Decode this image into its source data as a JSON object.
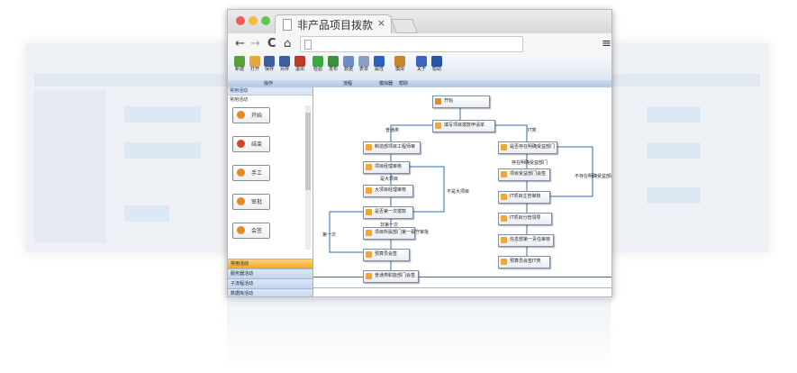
{
  "colors": {
    "window_bg": "#f2f2f2",
    "ribbon": "#dde6f2",
    "accent_orange": "#f5a623",
    "edge_blue": "#2c6fb6"
  },
  "tab": {
    "title": "非产品项目拨款",
    "close": "×"
  },
  "nav": {
    "back": "←",
    "forward": "→",
    "reload": "C",
    "home": "⌂",
    "menu": "≡"
  },
  "toolbar": {
    "buttons": [
      {
        "label": "新建",
        "icon": "new-icon",
        "color": "#5b9e3c"
      },
      {
        "label": "打开",
        "icon": "open-icon",
        "color": "#e5a83a"
      },
      {
        "label": "保存",
        "icon": "save-icon",
        "color": "#3b5f9e"
      },
      {
        "label": "另存",
        "icon": "save-as-icon",
        "color": "#3b5f9e"
      },
      {
        "label": "退出",
        "icon": "exit-icon",
        "color": "#c0392b"
      },
      {
        "label": "检验",
        "icon": "check-icon",
        "color": "#3da83c"
      },
      {
        "label": "发布",
        "icon": "publish-icon",
        "color": "#3d8f3d"
      },
      {
        "label": "数据",
        "icon": "data-icon",
        "color": "#6b8fc4"
      },
      {
        "label": "表单",
        "icon": "form-icon",
        "color": "#8aa1c4"
      },
      {
        "label": "属性",
        "icon": "info-icon",
        "color": "#2a62b8"
      },
      {
        "label": "模拟",
        "icon": "simulate-icon",
        "color": "#c9852e"
      },
      {
        "label": "关于",
        "icon": "about-icon",
        "color": "#3a64c0"
      },
      {
        "label": "帮助",
        "icon": "help-icon",
        "color": "#2456a6"
      }
    ],
    "groups": [
      "操作",
      "流程",
      "模拟器",
      "帮助"
    ]
  },
  "palette": {
    "header": "常用活动",
    "subheader": "常用活动",
    "items": [
      {
        "label": "开始",
        "icon": "start-icon",
        "color": "#e58b1a"
      },
      {
        "label": "结束",
        "icon": "end-icon",
        "color": "#d9431e"
      },
      {
        "label": "手工",
        "icon": "manual-icon",
        "color": "#e58b1a"
      },
      {
        "label": "审批",
        "icon": "approve-icon",
        "color": "#e58b1a"
      },
      {
        "label": "会签",
        "icon": "countersign-icon",
        "color": "#e58b1a"
      }
    ],
    "accordion": [
      "常用活动",
      "服务器活动",
      "子流程活动",
      "数据库活动"
    ]
  },
  "flow": {
    "nodes": [
      {
        "id": "start",
        "label": "开始"
      },
      {
        "id": "fill",
        "label": "填写项目拨款申请单"
      },
      {
        "id": "n1",
        "label": "制造部项目工程师审"
      },
      {
        "id": "n2",
        "label": "项目经理审核"
      },
      {
        "id": "n3",
        "label": "大项目经理审核"
      },
      {
        "id": "n4",
        "label": "是否第一次拨款"
      },
      {
        "id": "n5",
        "label": "项目所属部门第一看守审批"
      },
      {
        "id": "n6",
        "label": "预算员会签"
      },
      {
        "id": "n7",
        "label": "普通类职能部门会签"
      },
      {
        "id": "r1",
        "label": "是否存在明确受益部门"
      },
      {
        "id": "r2",
        "label": "项目受益部门会签"
      },
      {
        "id": "r3",
        "label": "IT项目主管审核"
      },
      {
        "id": "r4",
        "label": "IT项目分管领导"
      },
      {
        "id": "r5",
        "label": "信息部第一责任审核"
      },
      {
        "id": "r6",
        "label": "预算员会签IT类"
      }
    ],
    "edge_labels": {
      "normal": "普通类",
      "it": "IT类",
      "big": "是大项目",
      "notbig": "不是大项目",
      "notfirst": "非第一次",
      "first": "第一次",
      "has_dept": "存在明确受益部门",
      "no_dept": "不存在明确受益部门"
    }
  }
}
